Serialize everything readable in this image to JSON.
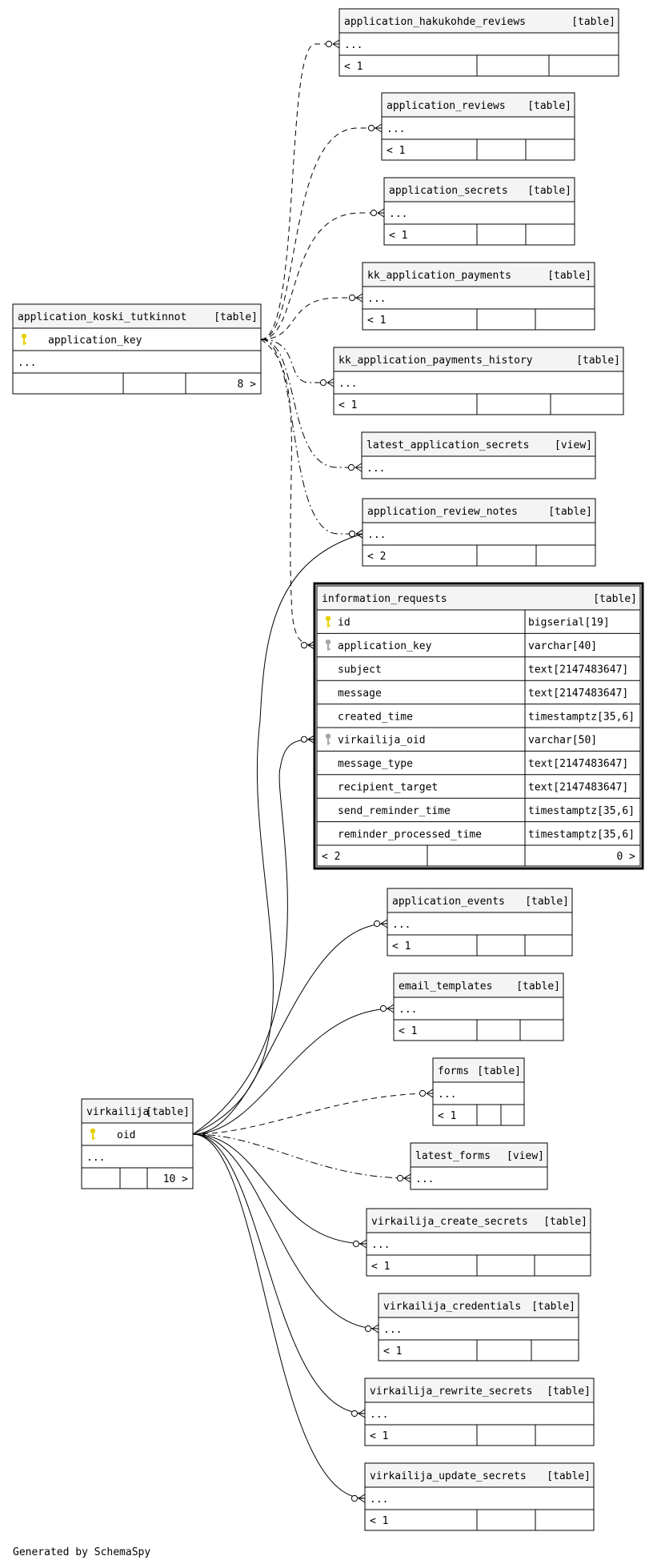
{
  "footer": "Generated by SchemaSpy",
  "colors": {
    "border": "#000000",
    "header_bg": "#f4f4f4",
    "background": "#ffffff",
    "primary_key_icon": "#e6cf00",
    "foreign_key_icon": "#a6a6a6"
  },
  "tables": [
    {
      "id": "t_hakukohde",
      "name": "application_hakukohde_reviews",
      "kind": "[table]",
      "rows": [
        {
          "name": "..."
        }
      ],
      "footer": [
        "< 1",
        "",
        ""
      ]
    },
    {
      "id": "t_reviews",
      "name": "application_reviews",
      "kind": "[table]",
      "rows": [
        {
          "name": "..."
        }
      ],
      "footer": [
        "< 1",
        "",
        ""
      ]
    },
    {
      "id": "t_secrets",
      "name": "application_secrets",
      "kind": "[table]",
      "rows": [
        {
          "name": "..."
        }
      ],
      "footer": [
        "< 1",
        "",
        ""
      ]
    },
    {
      "id": "t_kkpay",
      "name": "kk_application_payments",
      "kind": "[table]",
      "rows": [
        {
          "name": "..."
        }
      ],
      "footer": [
        "< 1",
        "",
        ""
      ]
    },
    {
      "id": "t_kkhist",
      "name": "kk_application_payments_history",
      "kind": "[table]",
      "rows": [
        {
          "name": "..."
        }
      ],
      "footer": [
        "< 1",
        "",
        ""
      ]
    },
    {
      "id": "t_latestsec",
      "name": "latest_application_secrets",
      "kind": "[view]",
      "rows": [
        {
          "name": "..."
        }
      ],
      "footer": null
    },
    {
      "id": "t_notes",
      "name": "application_review_notes",
      "kind": "[table]",
      "rows": [
        {
          "name": "..."
        }
      ],
      "footer": [
        "< 2",
        "",
        ""
      ]
    },
    {
      "id": "t_koski",
      "name": "application_koski_tutkinnot",
      "kind": "[table]",
      "rows": [
        {
          "name": "application_key",
          "key": "pk"
        },
        {
          "name": "..."
        }
      ],
      "footer": [
        "",
        "",
        "8 >"
      ]
    },
    {
      "id": "t_info",
      "name": "information_requests",
      "kind": "[table]",
      "focus": true,
      "rows": [
        {
          "name": "id",
          "type": "bigserial[19]",
          "key": "pk"
        },
        {
          "name": "application_key",
          "type": "varchar[40]",
          "key": "fk"
        },
        {
          "name": "subject",
          "type": "text[2147483647]"
        },
        {
          "name": "message",
          "type": "text[2147483647]"
        },
        {
          "name": "created_time",
          "type": "timestamptz[35,6]"
        },
        {
          "name": "virkailija_oid",
          "type": "varchar[50]",
          "key": "fk"
        },
        {
          "name": "message_type",
          "type": "text[2147483647]"
        },
        {
          "name": "recipient_target",
          "type": "text[2147483647]"
        },
        {
          "name": "send_reminder_time",
          "type": "timestamptz[35,6]"
        },
        {
          "name": "reminder_processed_time",
          "type": "timestamptz[35,6]"
        }
      ],
      "footer": [
        "< 2",
        "",
        "0 >"
      ]
    },
    {
      "id": "t_events",
      "name": "application_events",
      "kind": "[table]",
      "rows": [
        {
          "name": "..."
        }
      ],
      "footer": [
        "< 1",
        "",
        ""
      ]
    },
    {
      "id": "t_email",
      "name": "email_templates",
      "kind": "[table]",
      "rows": [
        {
          "name": "..."
        }
      ],
      "footer": [
        "< 1",
        "",
        ""
      ]
    },
    {
      "id": "t_forms",
      "name": "forms",
      "kind": "[table]",
      "rows": [
        {
          "name": "..."
        }
      ],
      "footer": [
        "< 1",
        "",
        ""
      ]
    },
    {
      "id": "t_latestforms",
      "name": "latest_forms",
      "kind": "[view]",
      "rows": [
        {
          "name": "..."
        }
      ],
      "footer": null
    },
    {
      "id": "t_vcreate",
      "name": "virkailija_create_secrets",
      "kind": "[table]",
      "rows": [
        {
          "name": "..."
        }
      ],
      "footer": [
        "< 1",
        "",
        ""
      ]
    },
    {
      "id": "t_vcred",
      "name": "virkailija_credentials",
      "kind": "[table]",
      "rows": [
        {
          "name": "..."
        }
      ],
      "footer": [
        "< 1",
        "",
        ""
      ]
    },
    {
      "id": "t_vrewrite",
      "name": "virkailija_rewrite_secrets",
      "kind": "[table]",
      "rows": [
        {
          "name": "..."
        }
      ],
      "footer": [
        "< 1",
        "",
        ""
      ]
    },
    {
      "id": "t_vupdate",
      "name": "virkailija_update_secrets",
      "kind": "[table]",
      "rows": [
        {
          "name": "..."
        }
      ],
      "footer": [
        "< 1",
        "",
        ""
      ]
    },
    {
      "id": "t_virk",
      "name": "virkailija",
      "kind": "[table]",
      "rows": [
        {
          "name": "oid",
          "key": "pk"
        },
        {
          "name": "..."
        }
      ],
      "footer": [
        "",
        "",
        "10 >"
      ]
    }
  ],
  "relationships": [
    {
      "from": "t_koski",
      "to": "t_hakukohde",
      "style": "dashed"
    },
    {
      "from": "t_koski",
      "to": "t_reviews",
      "style": "dashed"
    },
    {
      "from": "t_koski",
      "to": "t_secrets",
      "style": "dashed"
    },
    {
      "from": "t_koski",
      "to": "t_kkpay",
      "style": "dashed"
    },
    {
      "from": "t_koski",
      "to": "t_kkhist",
      "style": "dashdot"
    },
    {
      "from": "t_koski",
      "to": "t_latestsec",
      "style": "dashdot"
    },
    {
      "from": "t_koski",
      "to": "t_notes",
      "style": "dashdot"
    },
    {
      "from": "t_koski",
      "to": "t_info",
      "style": "dashed"
    },
    {
      "from": "t_virk",
      "to": "t_notes",
      "style": "solid"
    },
    {
      "from": "t_virk",
      "to": "t_info",
      "style": "solid"
    },
    {
      "from": "t_virk",
      "to": "t_events",
      "style": "solid"
    },
    {
      "from": "t_virk",
      "to": "t_email",
      "style": "solid"
    },
    {
      "from": "t_virk",
      "to": "t_forms",
      "style": "dashed"
    },
    {
      "from": "t_virk",
      "to": "t_latestforms",
      "style": "dashdot"
    },
    {
      "from": "t_virk",
      "to": "t_vcreate",
      "style": "solid"
    },
    {
      "from": "t_virk",
      "to": "t_vcred",
      "style": "solid"
    },
    {
      "from": "t_virk",
      "to": "t_vrewrite",
      "style": "solid"
    },
    {
      "from": "t_virk",
      "to": "t_vupdate",
      "style": "solid"
    }
  ]
}
